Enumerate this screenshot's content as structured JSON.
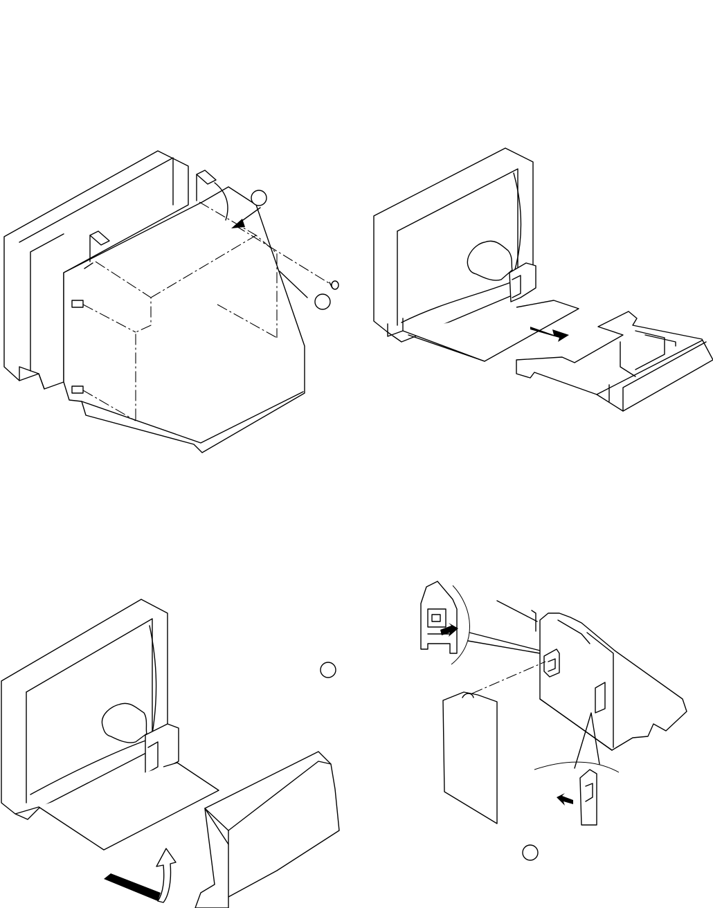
{
  "figures": [
    {
      "id": "fig-1",
      "subject": "rear-cover-removal"
    },
    {
      "id": "fig-2",
      "subject": "chassis-slide-out"
    },
    {
      "id": "fig-3",
      "subject": "chassis-pull-up"
    },
    {
      "id": "fig-4",
      "subject": "board-release-detail"
    }
  ],
  "callouts": [
    "",
    "",
    "",
    "",
    ""
  ],
  "colors": {
    "line": "#000000",
    "background": "#ffffff"
  }
}
